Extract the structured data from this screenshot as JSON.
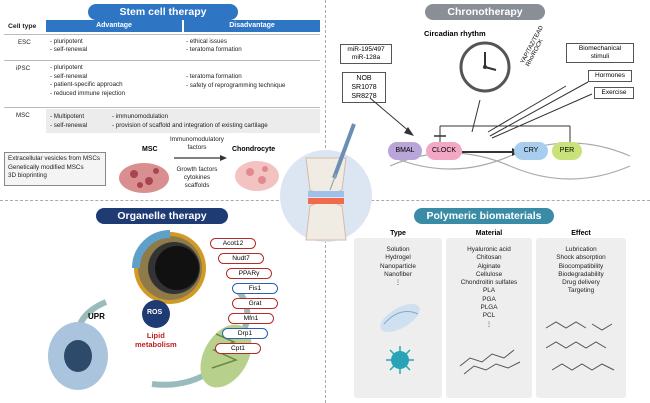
{
  "stem": {
    "title": "Stem cell therapy",
    "col_celltype": "Cell type",
    "col_adv": "Advantage",
    "col_dis": "Disadvantage",
    "esc": {
      "type": "ESC",
      "adv": [
        "- pluripotent",
        "- self-renewal"
      ],
      "dis": [
        "- ethical issues",
        "- teratoma formation"
      ]
    },
    "ipsc": {
      "type": "iPSC",
      "adv": [
        "- pluripotent",
        "- self-renewal",
        "- patient-specific approach",
        "- reduced immune rejection"
      ],
      "dis": [
        "- teratoma formation",
        "- safety of reprogramming technique"
      ]
    },
    "msc": {
      "type": "MSC",
      "adv": [
        "- Multipotent",
        "- self-renewal"
      ],
      "dis": [
        "- immunomodulation",
        "- provision of scaffold and integration of existing cartilage"
      ]
    },
    "left_box": [
      "Extracellular vesicles from MSCs",
      "Genetically modified MSCs",
      "3D bioprinting"
    ],
    "msc_label": "MSC",
    "factors": [
      "Immunomodulatory",
      "factors",
      "Growth factors",
      "cytokines",
      "scaffolds"
    ],
    "chondrocyte_label": "Chondrocyte"
  },
  "chrono": {
    "title": "Chronotherapy",
    "circadian": "Circadian rhythm",
    "mirna": [
      "miR-195/497",
      "miR-128a"
    ],
    "drugs": [
      "NOB",
      "SR1078",
      "SR8278"
    ],
    "biomech": [
      "Biomechanical",
      "stimuli"
    ],
    "hormones": "Hormones",
    "exercise": "Exercise",
    "pathway": [
      "YAP/TAZ/TEAD",
      "Rho/ROCK"
    ],
    "genes": {
      "bmal": "BMAL",
      "clock": "CLOCK",
      "cry": "CRY",
      "per": "PER"
    },
    "colors": {
      "bmal": "#b9a5d8",
      "clock": "#f2a8c4",
      "cry": "#a8cdee",
      "per": "#c9e27a"
    }
  },
  "organelle": {
    "title": "Organelle therapy",
    "upr": "UPR",
    "ros": "ROS",
    "lipid": [
      "Lipid",
      "metabolism"
    ],
    "items": [
      {
        "label": "Acot12",
        "color": "red"
      },
      {
        "label": "Nudt7",
        "color": "red"
      },
      {
        "label": "PPARγ",
        "color": "red"
      },
      {
        "label": "Fis1",
        "color": "blue"
      },
      {
        "label": "Grat",
        "color": "red"
      },
      {
        "label": "Mfn1",
        "color": "red"
      },
      {
        "label": "Drp1",
        "color": "blue"
      },
      {
        "label": "Cpt1",
        "color": "red"
      }
    ]
  },
  "polymer": {
    "title": "Polymeric biomaterials",
    "type_h": "Type",
    "material_h": "Material",
    "effect_h": "Effect",
    "types": [
      "Solution",
      "Hydrogel",
      "Nanoparticle",
      "Nanofiber",
      "⋮"
    ],
    "materials": [
      "Hyaluronic acid",
      "Chitosan",
      "Alginate",
      "Cellulose",
      "Chondroitin sulfates",
      "PLA",
      "PGA",
      "PLGA",
      "PCL",
      "⋮"
    ],
    "effects": [
      "Lubrication",
      "Shock absorption",
      "Biocompatibility",
      "Biodegradability",
      "Drug delivery",
      "Targeting"
    ]
  }
}
